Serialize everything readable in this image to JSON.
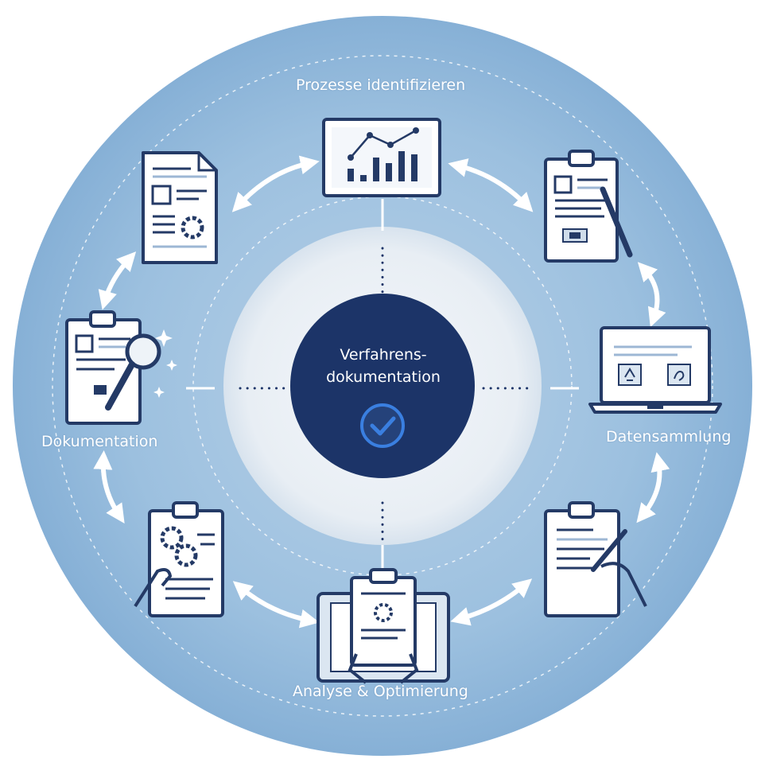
{
  "diagram": {
    "center": {
      "line1": "Verfahrens-",
      "line2": "dokumentation",
      "icon": "check-circle-icon"
    },
    "stages": {
      "top": "Prozesse identifizieren",
      "right": "Datensammlung",
      "bottom": "Analyse & Optimierung",
      "left": "Dokumentation"
    },
    "icons": [
      "bar-chart-monitor-icon",
      "clipboard-pen-icon",
      "laptop-icon",
      "document-signing-icon",
      "tablet-clipboard-icon",
      "clipboard-gears-hand-icon",
      "clipboard-magnifier-icon",
      "document-gear-icon"
    ],
    "colors": {
      "ring": "#8fb7da",
      "ring_edge": "#7aa6cf",
      "inner": "#e9f0f6",
      "center": "#1c3468",
      "navy": "#243a66",
      "check": "#3a7fe0"
    }
  }
}
